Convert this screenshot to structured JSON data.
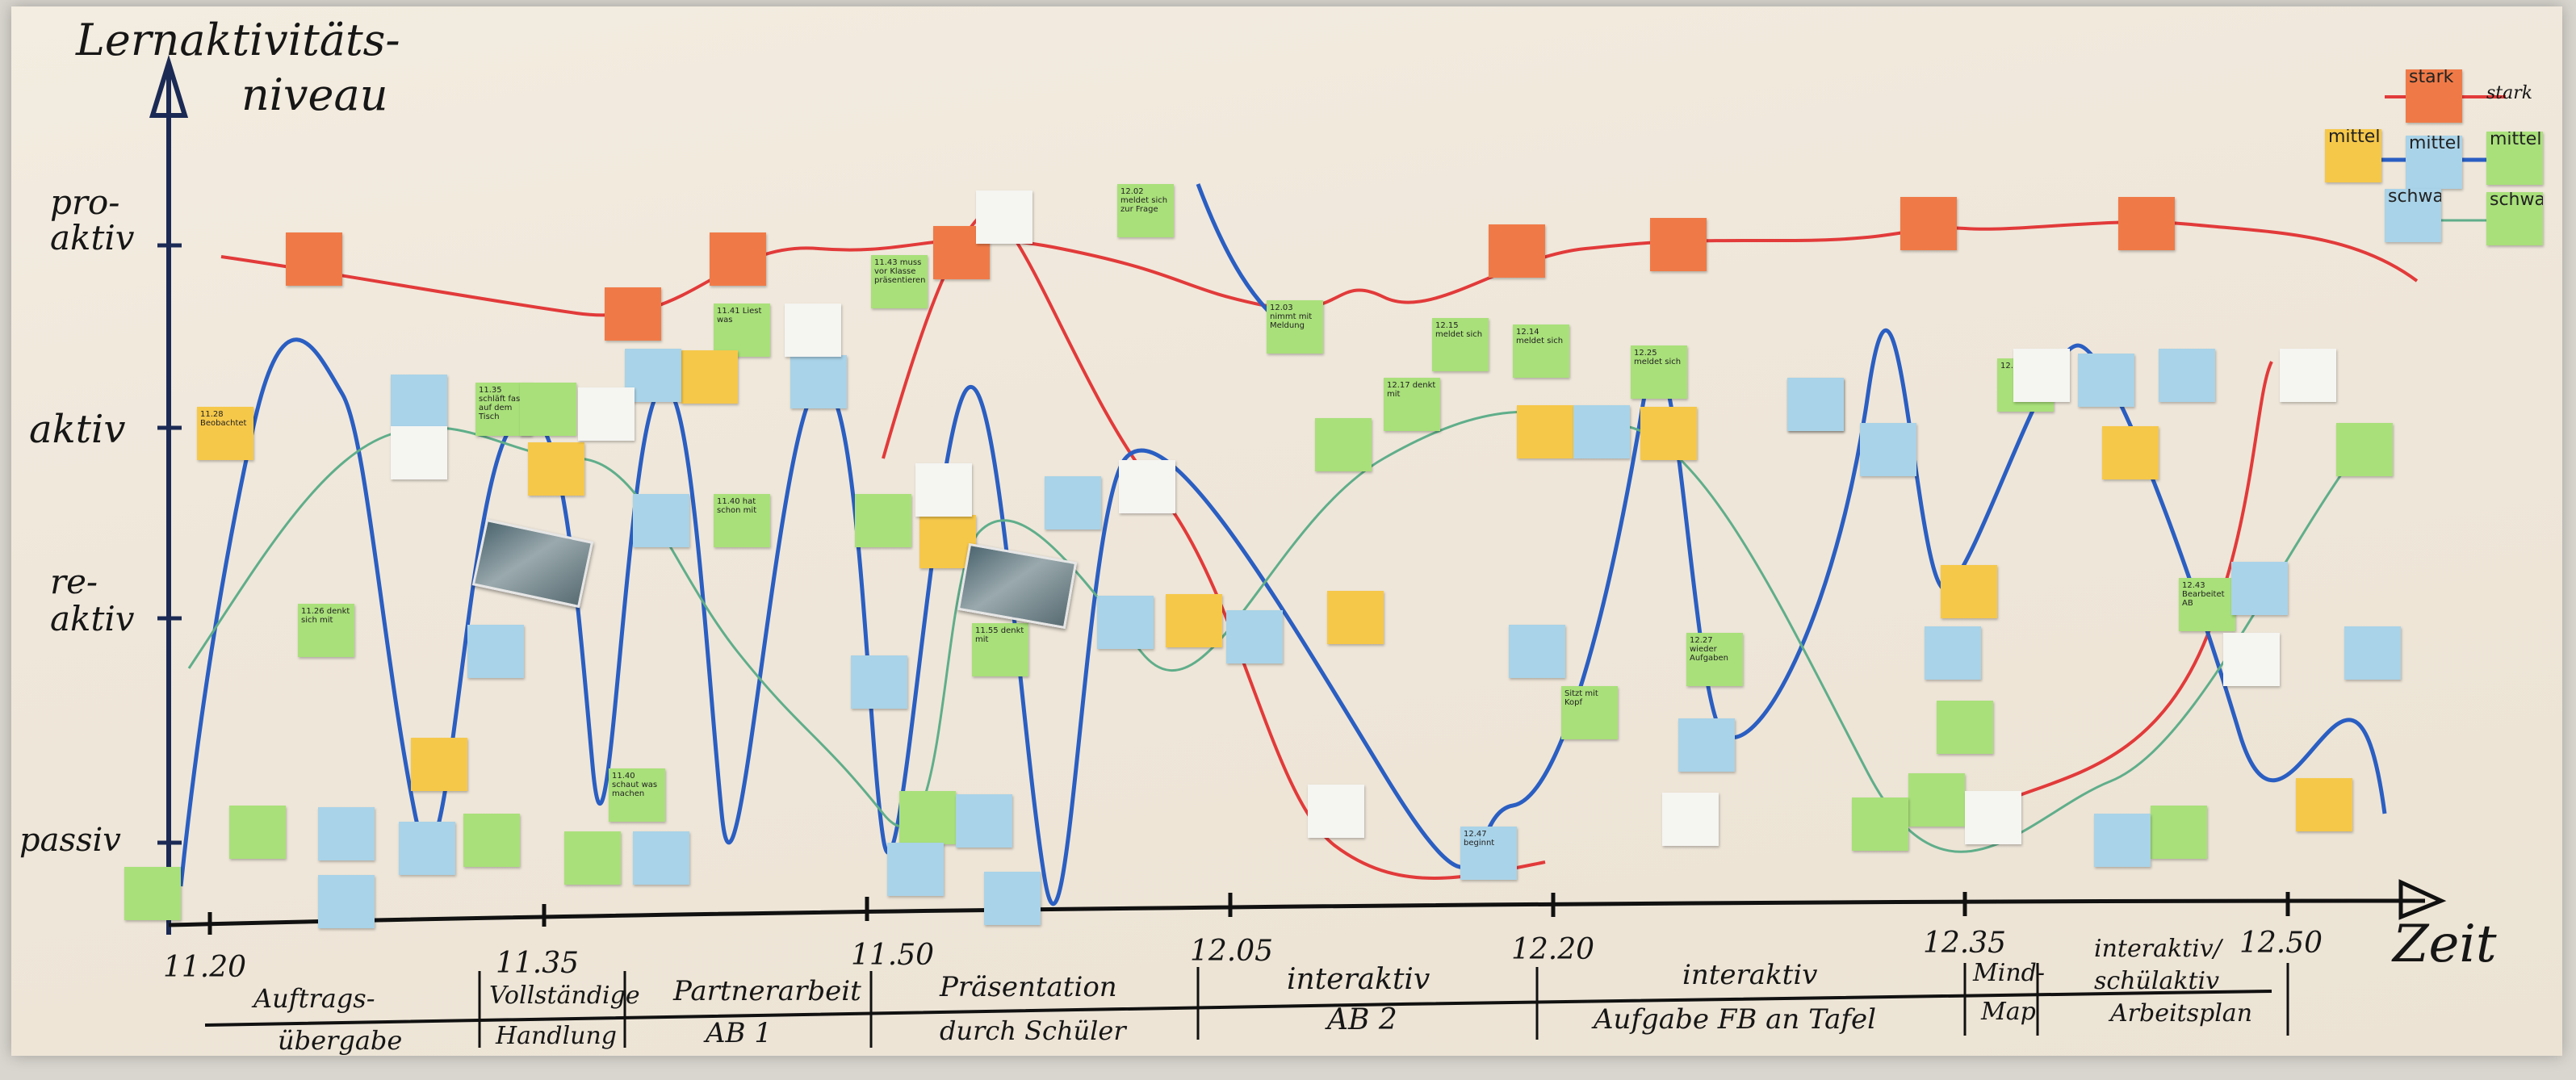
{
  "title_line1": "Lernaktivitäts-",
  "title_line2": "niveau",
  "levels": [
    "pro-",
    "aktiv",
    "aktiv",
    "re-",
    "aktiv",
    "passiv"
  ],
  "time_label": "Zeit",
  "times": [
    "11.20",
    "11.35",
    "11.50",
    "12.05",
    "12.20",
    "12.35",
    "12.50"
  ],
  "phases": [
    {
      "line1": "Auftrags-",
      "line2": "übergabe"
    },
    {
      "line1": "Vollständige",
      "line2": "Handlung"
    },
    {
      "line1": "Partnerarbeit",
      "line2": "AB 1"
    },
    {
      "line1": "Präsentation",
      "line2": "durch Schüler"
    },
    {
      "line1": "interaktiv",
      "line2": "AB 2"
    },
    {
      "line1": "interaktiv",
      "line2": "Aufgabe FB an Tafel"
    },
    {
      "line1": "Mind-",
      "line2": "Map"
    },
    {
      "line1": "interaktiv/",
      "line2": "schülaktiv"
    },
    {
      "line1": "",
      "line2": "Arbeitsplan"
    }
  ],
  "legend": [
    {
      "label": "stark",
      "note": "stark",
      "color": "#e23a3a"
    },
    {
      "label": "mittel",
      "note": "mittel",
      "color": "#2a5ec2"
    },
    {
      "label": "schwach",
      "note": "schwach",
      "color": "#5fae8a"
    }
  ],
  "note_texts": {
    "n1": "11.28 Beobachtet",
    "n2": "11.26 denkt sich mit",
    "n3": "11.35 schläft fast auf dem Tisch",
    "n4": "11.41 Liest was",
    "n5": "11.43 muss vor Klasse präsentieren",
    "n6": "12.02 meldet sich zur Frage",
    "n7": "12.03 nimmt mit Meldung",
    "n8": "12.15 meldet sich",
    "n9": "12.25 meldet sich",
    "n10": "12.41 hat",
    "n11": "11.40 hat schon mit",
    "n12": "12.27 wieder Aufgaben",
    "n13": "12.43 Bearbeitet AB",
    "n14": "12.14 meldet sich",
    "n15": "Sitzt mit Kopf",
    "n16": "12.17 denkt mit",
    "n17": "11.40 schaut was machen",
    "n18": "12.47 beginnt",
    "n19": "11.55 denkt mit"
  }
}
